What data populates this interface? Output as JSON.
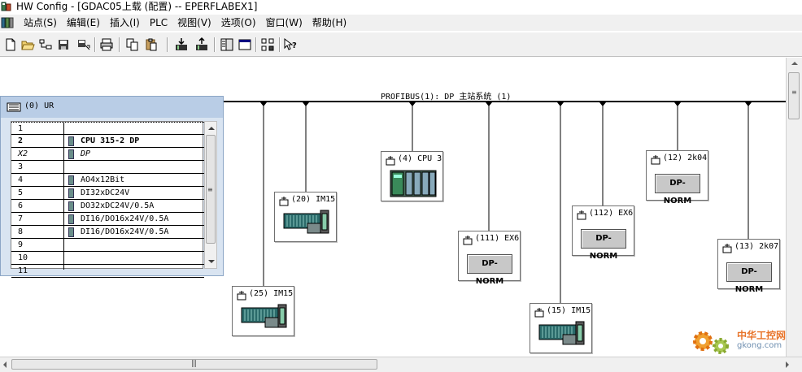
{
  "window": {
    "title": "HW Config - [GDAC05上载 (配置) -- EPERFLABEX1]"
  },
  "menu": {
    "items": [
      "站点(S)",
      "编辑(E)",
      "插入(I)",
      "PLC",
      "视图(V)",
      "选项(O)",
      "窗口(W)",
      "帮助(H)"
    ]
  },
  "toolbar": {
    "buttons": [
      "new-icon",
      "open-icon",
      "network-open-icon",
      "save-icon",
      "compile-save-icon",
      "print-icon",
      "copy-icon",
      "paste-icon",
      "download-icon",
      "upload-icon",
      "catalog-icon",
      "window-icon",
      "network-view-icon",
      "help-cursor-icon"
    ]
  },
  "bus": {
    "label": "PROFIBUS(1): DP 主站系统 (1)"
  },
  "rack": {
    "title": "(0) UR",
    "rows": [
      {
        "slot": "1",
        "module": ""
      },
      {
        "slot": "2",
        "module": "CPU 315-2 DP"
      },
      {
        "slot": "X2",
        "module": "DP"
      },
      {
        "slot": "3",
        "module": ""
      },
      {
        "slot": "4",
        "module": "AO4x12Bit"
      },
      {
        "slot": "5",
        "module": "DI32xDC24V"
      },
      {
        "slot": "6",
        "module": "DO32xDC24V/0.5A"
      },
      {
        "slot": "7",
        "module": "DI16/DO16x24V/0.5A"
      },
      {
        "slot": "8",
        "module": "DI16/DO16x24V/0.5A"
      },
      {
        "slot": "9",
        "module": ""
      },
      {
        "slot": "10",
        "module": ""
      },
      {
        "slot": "11",
        "module": ""
      }
    ]
  },
  "stations": [
    {
      "label": "(25) IM15",
      "kind": "im"
    },
    {
      "label": "(20) IM15",
      "kind": "im"
    },
    {
      "label": "(4) CPU 3",
      "kind": "cpu"
    },
    {
      "label": "(111) EX6",
      "kind": "dpnorm",
      "inner": "DP-NORM"
    },
    {
      "label": "(15) IM15",
      "kind": "im"
    },
    {
      "label": "(112) EX6",
      "kind": "dpnorm",
      "inner": "DP-NORM"
    },
    {
      "label": "(12) 2k04",
      "kind": "dpnorm",
      "inner": "DP-NORM"
    },
    {
      "label": "(13) 2k07",
      "kind": "dpnorm",
      "inner": "DP-NORM"
    }
  ],
  "watermark": {
    "cn": "中华工控网",
    "url": "gkong.com"
  }
}
